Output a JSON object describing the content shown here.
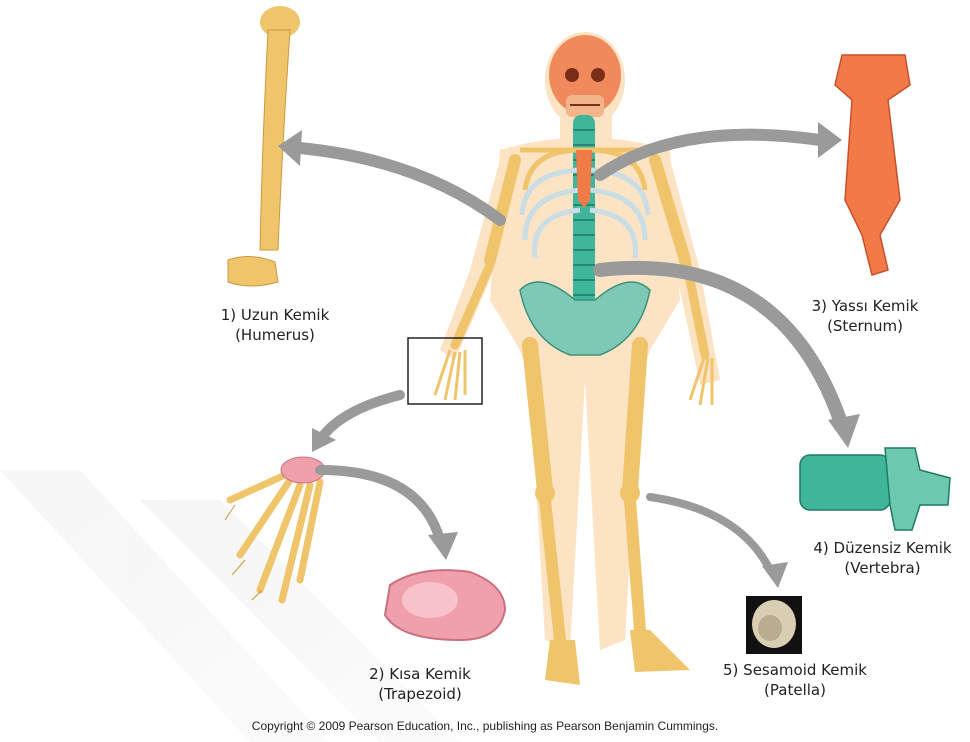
{
  "labels": [
    {
      "id": "long",
      "name": "1) Uzun Kemik",
      "example": "(Humerus)"
    },
    {
      "id": "short",
      "name": "2) Kısa Kemik",
      "example": "(Trapezoid)"
    },
    {
      "id": "flat",
      "name": "3) Yassı Kemik",
      "example": "(Sternum)"
    },
    {
      "id": "irregular",
      "name": "4) Düzensiz Kemik",
      "example": "(Vertebra)"
    },
    {
      "id": "sesamoid",
      "name": "5) Sesamoid Kemik",
      "example": "(Patella)"
    }
  ],
  "copyright": "Copyright © 2009 Pearson Education, Inc., publishing as Pearson Benjamin Cummings.",
  "colors": {
    "bone": "#efc46a",
    "bone_dark": "#c99a3e",
    "skin": "#fbe3c4",
    "skull": "#f08a5d",
    "spine": "#3fb59a",
    "pelvis": "#7dc9b6",
    "ribs": "#c9dde4",
    "sternum": "#f27a47",
    "trapezoid": "#f0a0ac",
    "arrow": "#9a9a9a"
  }
}
